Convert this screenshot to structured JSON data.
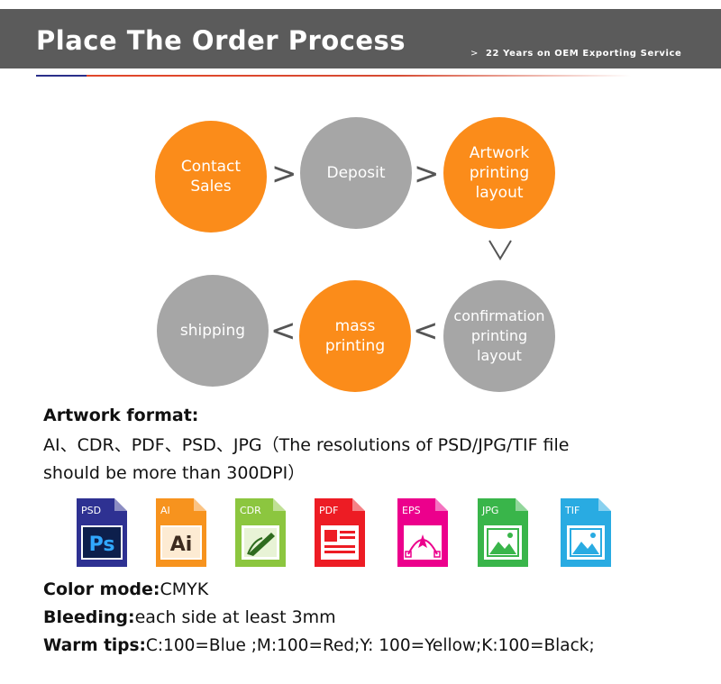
{
  "header": {
    "title": "Place The Order Process",
    "subtitle_chevron": ">",
    "subtitle": "22 Years on OEM Exporting Service"
  },
  "process": {
    "steps": [
      {
        "label": "Contact\nSales",
        "color": "#fb8c1a"
      },
      {
        "label": "Deposit",
        "color": "#a6a6a6"
      },
      {
        "label": "Artwork\nprinting\nlayout",
        "color": "#fb8c1a"
      },
      {
        "label": "confirmation\nprinting\nlayout",
        "color": "#a6a6a6"
      },
      {
        "label": "mass\nprinting",
        "color": "#fb8c1a"
      },
      {
        "label": "shipping",
        "color": "#a6a6a6"
      }
    ],
    "arrows": [
      ">",
      ">",
      "V",
      "<",
      "<"
    ]
  },
  "artwork": {
    "heading": "Artwork format:",
    "line1": "AI、CDR、PDF、PSD、JPG（The resolutions of PSD/JPG/TIF file",
    "line2": "should be more than 300DPI）"
  },
  "file_icons": [
    {
      "name": "psd-file-icon",
      "tag": "PSD",
      "glyph": "Ps",
      "color": "#2e3192",
      "glyph_color": "#31a8ff"
    },
    {
      "name": "ai-file-icon",
      "tag": "AI",
      "glyph": "Ai",
      "color": "#f7931e",
      "glyph_color": "#3d2b1f"
    },
    {
      "name": "cdr-file-icon",
      "tag": "CDR",
      "glyph": "",
      "color": "#8cc63f",
      "glyph_color": "#2f6b1f"
    },
    {
      "name": "pdf-file-icon",
      "tag": "PDF",
      "glyph": "",
      "color": "#ed1c24",
      "glyph_color": "#ed1c24"
    },
    {
      "name": "eps-file-icon",
      "tag": "EPS",
      "glyph": "",
      "color": "#ec008c",
      "glyph_color": "#ec008c"
    },
    {
      "name": "jpg-file-icon",
      "tag": "JPG",
      "glyph": "",
      "color": "#39b54a",
      "glyph_color": "#39b54a"
    },
    {
      "name": "tif-file-icon",
      "tag": "TIF",
      "glyph": "",
      "color": "#29abe2",
      "glyph_color": "#29abe2"
    }
  ],
  "color_mode": {
    "label": "Color mode:",
    "value": "CMYK"
  },
  "bleeding": {
    "label": "Bleeding:",
    "value": "each side at least 3mm"
  },
  "warm_tips": {
    "label": "Warm tips:",
    "value": "C:100=Blue ;M:100=Red;Y: 100=Yellow;K:100=Black;"
  }
}
